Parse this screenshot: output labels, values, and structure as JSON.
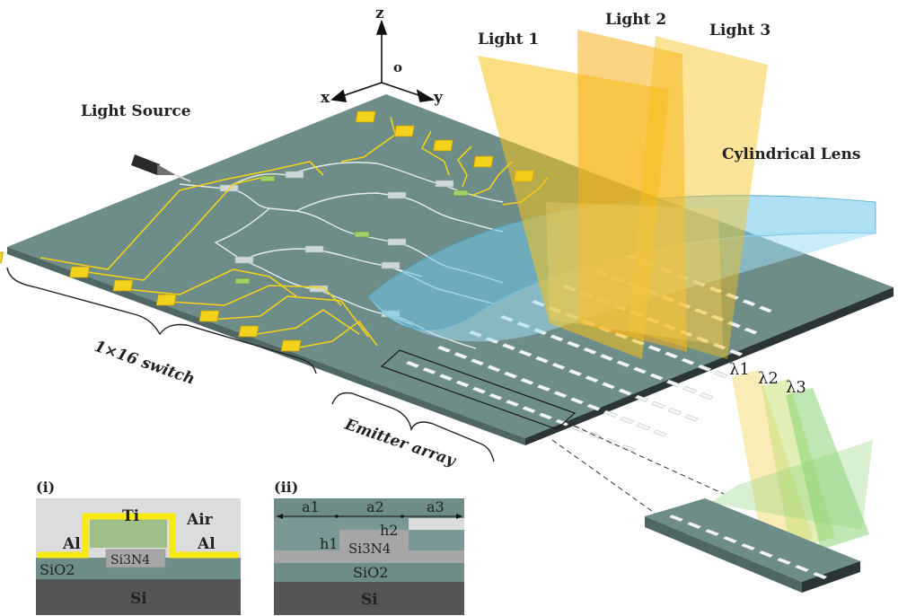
{
  "axes": {
    "z": "z",
    "o": "o",
    "x": "x",
    "y": "y"
  },
  "labels": {
    "light1": "Light 1",
    "light2": "Light 2",
    "light3": "Light 3",
    "light_source": "Light Source",
    "cylindrical_lens": "Cylindrical Lens",
    "switch": "1×16 switch",
    "emitter_array": "Emitter array",
    "lambda1": "λ1",
    "lambda2": "λ2",
    "lambda3": "λ3"
  },
  "inset_i": {
    "tag": "(i)",
    "ti": "Ti",
    "air": "Air",
    "al_left": "Al",
    "al_right": "Al",
    "sio2": "SiO2",
    "si3n4": "Si3N4",
    "si": "Si"
  },
  "inset_ii": {
    "tag": "(ii)",
    "a1": "a1",
    "a2": "a2",
    "a3": "a3",
    "h1": "h1",
    "h2": "h2",
    "si3n4": "Si3N4",
    "sio2": "SiO2",
    "si": "Si"
  },
  "colors": {
    "chip_top": "#6e8c88",
    "chip_side": "#2f3b3a",
    "pad": "#f2d21a",
    "beam": "#f7c21a",
    "lens": "#6fc6ea",
    "green_beam": "#7fd06a"
  }
}
